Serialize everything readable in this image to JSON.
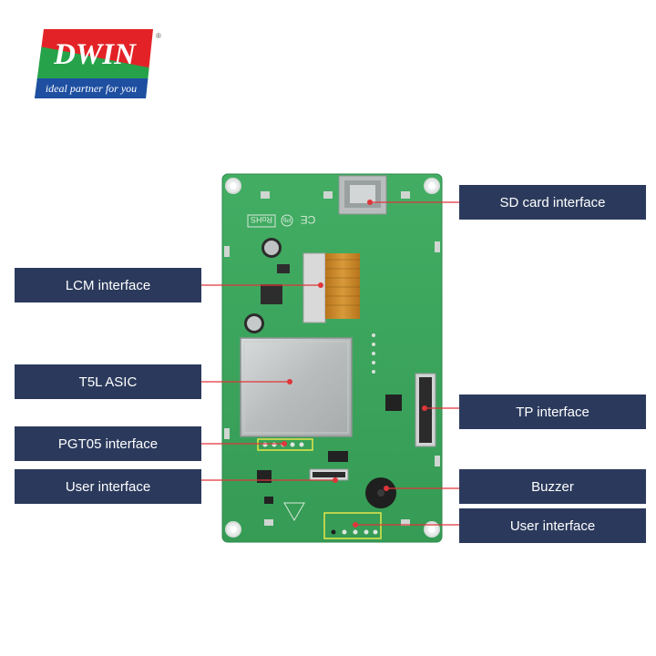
{
  "logo": {
    "brand": "DWIN",
    "tagline": "ideal partner for you",
    "registered_mark": "®"
  },
  "board": {
    "marks": {
      "rohs": "RoHS",
      "ce": "CE",
      "pb": "Pb"
    }
  },
  "labels": {
    "lcm_interface": "LCM interface",
    "t5l_asic": "T5L ASIC",
    "pgt05_interface": "PGT05 interface",
    "user_interface_left": "User interface",
    "sd_card_interface": "SD card interface",
    "tp_interface": "TP interface",
    "buzzer": "Buzzer",
    "user_interface_right": "User interface"
  },
  "colors": {
    "label_bg": "#2b3a5c",
    "label_text": "#ffffff",
    "pointer_line": "#e0353a",
    "pcb_green": "#3aa55c",
    "logo_red": "#e32227",
    "logo_green": "#26a34a",
    "logo_blue": "#1e4fa1"
  }
}
